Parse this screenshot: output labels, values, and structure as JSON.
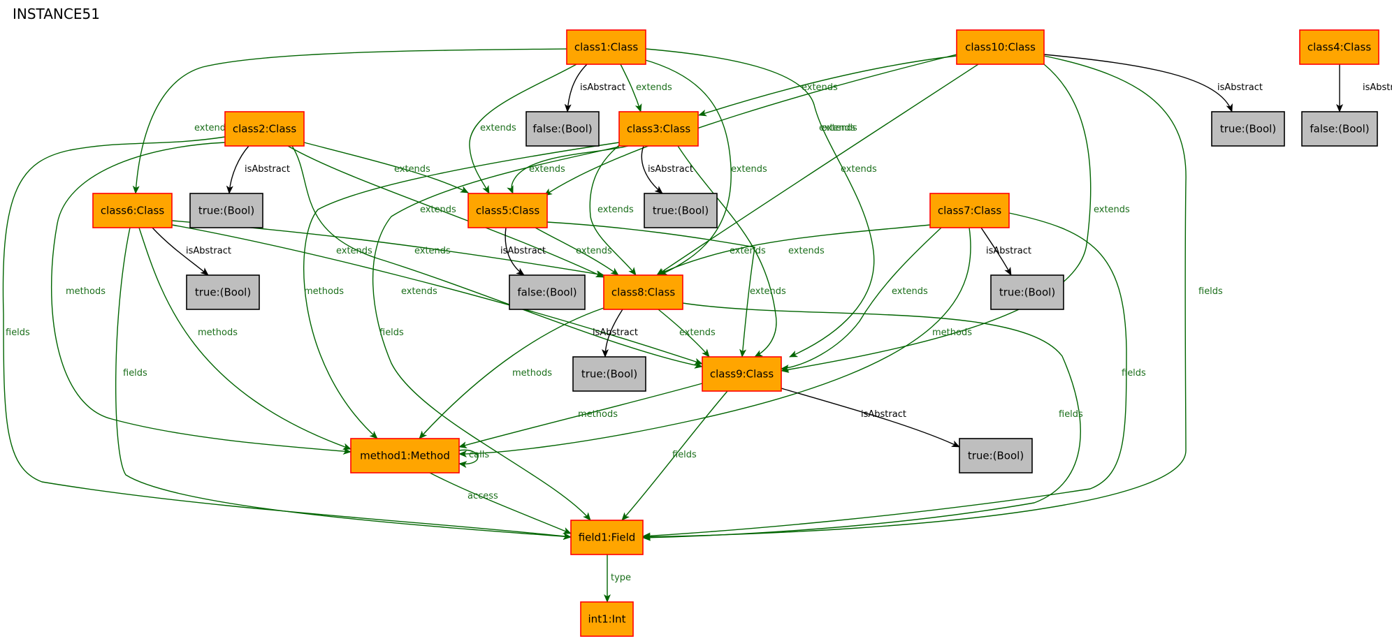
{
  "title": "INSTANCE51",
  "colors": {
    "class_fill": "#FFA500",
    "class_stroke": "#FF0000",
    "value_fill": "#BEBEBE",
    "value_stroke": "#000000",
    "green_edge": "#006400",
    "label_green": "#1a6e1a",
    "black_edge": "#000000"
  },
  "nodes": [
    {
      "id": "class1",
      "label": "class1:Class",
      "kind": "class"
    },
    {
      "id": "class10",
      "label": "class10:Class",
      "kind": "class"
    },
    {
      "id": "class4",
      "label": "class4:Class",
      "kind": "class"
    },
    {
      "id": "false1",
      "label": "false:(Bool)",
      "kind": "value"
    },
    {
      "id": "class2",
      "label": "class2:Class",
      "kind": "class"
    },
    {
      "id": "class3",
      "label": "class3:Class",
      "kind": "class"
    },
    {
      "id": "true10",
      "label": "true:(Bool)",
      "kind": "value"
    },
    {
      "id": "false4",
      "label": "false:(Bool)",
      "kind": "value"
    },
    {
      "id": "class6",
      "label": "class6:Class",
      "kind": "class"
    },
    {
      "id": "true2",
      "label": "true:(Bool)",
      "kind": "value"
    },
    {
      "id": "class5",
      "label": "class5:Class",
      "kind": "class"
    },
    {
      "id": "true3",
      "label": "true:(Bool)",
      "kind": "value"
    },
    {
      "id": "class7",
      "label": "class7:Class",
      "kind": "class"
    },
    {
      "id": "true6",
      "label": "true:(Bool)",
      "kind": "value"
    },
    {
      "id": "false5",
      "label": "false:(Bool)",
      "kind": "value"
    },
    {
      "id": "class8",
      "label": "class8:Class",
      "kind": "class"
    },
    {
      "id": "true7",
      "label": "true:(Bool)",
      "kind": "value"
    },
    {
      "id": "true8",
      "label": "true:(Bool)",
      "kind": "value"
    },
    {
      "id": "class9",
      "label": "class9:Class",
      "kind": "class"
    },
    {
      "id": "method1",
      "label": "method1:Method",
      "kind": "class"
    },
    {
      "id": "true9",
      "label": "true:(Bool)",
      "kind": "value"
    },
    {
      "id": "field1",
      "label": "field1:Field",
      "kind": "class"
    },
    {
      "id": "int1",
      "label": "int1:Int",
      "kind": "class"
    }
  ],
  "edges": [
    {
      "id": "e1",
      "from": "class1",
      "to": "false1",
      "label": "isAbstract",
      "color": "black"
    },
    {
      "id": "e2",
      "from": "class1",
      "to": "class3",
      "label": "extends",
      "color": "green"
    },
    {
      "id": "e3",
      "from": "class1",
      "to": "class6",
      "label": "extends",
      "color": "green"
    },
    {
      "id": "e4",
      "from": "class1",
      "to": "class5",
      "label": "extends",
      "color": "green"
    },
    {
      "id": "e5",
      "from": "class1",
      "to": "class8",
      "label": "extends",
      "color": "green"
    },
    {
      "id": "e6",
      "from": "class1",
      "to": "class9",
      "label": "extends",
      "color": "green"
    },
    {
      "id": "e7",
      "from": "class10",
      "to": "class3",
      "label": "extends",
      "color": "green"
    },
    {
      "id": "e8",
      "from": "class10",
      "to": "class5",
      "label": "extends",
      "color": "green"
    },
    {
      "id": "e9",
      "from": "class10",
      "to": "class8",
      "label": "extends",
      "color": "green"
    },
    {
      "id": "e10",
      "from": "class10",
      "to": "class9",
      "label": "extends",
      "color": "green"
    },
    {
      "id": "e11",
      "from": "class10",
      "to": "true10",
      "label": "isAbstract",
      "color": "black"
    },
    {
      "id": "e12",
      "from": "class10",
      "to": "field1",
      "label": "fields",
      "color": "green"
    },
    {
      "id": "e13",
      "from": "class4",
      "to": "false4",
      "label": "isAbstract",
      "color": "black"
    },
    {
      "id": "e14",
      "from": "class2",
      "to": "true2",
      "label": "isAbstract",
      "color": "black"
    },
    {
      "id": "e15",
      "from": "class2",
      "to": "class5",
      "label": "extends",
      "color": "green"
    },
    {
      "id": "e16",
      "from": "class2",
      "to": "class8",
      "label": "extends",
      "color": "green"
    },
    {
      "id": "e17",
      "from": "class2",
      "to": "class9",
      "label": "extends",
      "color": "green"
    },
    {
      "id": "e18",
      "from": "class2",
      "to": "method1",
      "label": "methods",
      "color": "green"
    },
    {
      "id": "e19",
      "from": "class2",
      "to": "field1",
      "label": "fields",
      "color": "green"
    },
    {
      "id": "e20",
      "from": "class3",
      "to": "class5",
      "label": "extends",
      "color": "green"
    },
    {
      "id": "e21",
      "from": "class3",
      "to": "true3",
      "label": "isAbstract",
      "color": "black"
    },
    {
      "id": "e22",
      "from": "class3",
      "to": "class8",
      "label": "extends",
      "color": "green"
    },
    {
      "id": "e23",
      "from": "class3",
      "to": "class9",
      "label": "extends",
      "color": "green"
    },
    {
      "id": "e24",
      "from": "class3",
      "to": "method1",
      "label": "methods",
      "color": "green"
    },
    {
      "id": "e25",
      "from": "class3",
      "to": "field1",
      "label": "fields",
      "color": "green"
    },
    {
      "id": "e26",
      "from": "class6",
      "to": "true6",
      "label": "isAbstract",
      "color": "black"
    },
    {
      "id": "e27",
      "from": "class6",
      "to": "class8",
      "label": "extends",
      "color": "green"
    },
    {
      "id": "e28",
      "from": "class6",
      "to": "class9",
      "label": "extends",
      "color": "green"
    },
    {
      "id": "e29",
      "from": "class6",
      "to": "method1",
      "label": "methods",
      "color": "green"
    },
    {
      "id": "e30",
      "from": "class6",
      "to": "field1",
      "label": "fields",
      "color": "green"
    },
    {
      "id": "e31",
      "from": "class5",
      "to": "false5",
      "label": "isAbstract",
      "color": "black"
    },
    {
      "id": "e32",
      "from": "class5",
      "to": "class8",
      "label": "extends",
      "color": "green"
    },
    {
      "id": "e33",
      "from": "class5",
      "to": "class9",
      "label": "extends",
      "color": "green"
    },
    {
      "id": "e34",
      "from": "class7",
      "to": "class8",
      "label": "extends",
      "color": "green"
    },
    {
      "id": "e35",
      "from": "class7",
      "to": "true7",
      "label": "isAbstract",
      "color": "black"
    },
    {
      "id": "e36",
      "from": "class7",
      "to": "class9",
      "label": "extends",
      "color": "green"
    },
    {
      "id": "e37",
      "from": "class7",
      "to": "method1",
      "label": "methods",
      "color": "green"
    },
    {
      "id": "e38",
      "from": "class7",
      "to": "field1",
      "label": "fields",
      "color": "green"
    },
    {
      "id": "e39",
      "from": "class8",
      "to": "true8",
      "label": "isAbstract",
      "color": "black"
    },
    {
      "id": "e40",
      "from": "class8",
      "to": "class9",
      "label": "extends",
      "color": "green"
    },
    {
      "id": "e41",
      "from": "class8",
      "to": "method1",
      "label": "methods",
      "color": "green"
    },
    {
      "id": "e42",
      "from": "class8",
      "to": "field1",
      "label": "fields",
      "color": "green"
    },
    {
      "id": "e43",
      "from": "class9",
      "to": "true9",
      "label": "isAbstract",
      "color": "black"
    },
    {
      "id": "e44",
      "from": "class9",
      "to": "method1",
      "label": "methods",
      "color": "green"
    },
    {
      "id": "e45",
      "from": "class9",
      "to": "field1",
      "label": "fields",
      "color": "green"
    },
    {
      "id": "e46",
      "from": "method1",
      "to": "method1",
      "label": "calls",
      "color": "green"
    },
    {
      "id": "e47",
      "from": "method1",
      "to": "field1",
      "label": "access",
      "color": "green"
    },
    {
      "id": "e48",
      "from": "field1",
      "to": "int1",
      "label": "type",
      "color": "green"
    }
  ]
}
